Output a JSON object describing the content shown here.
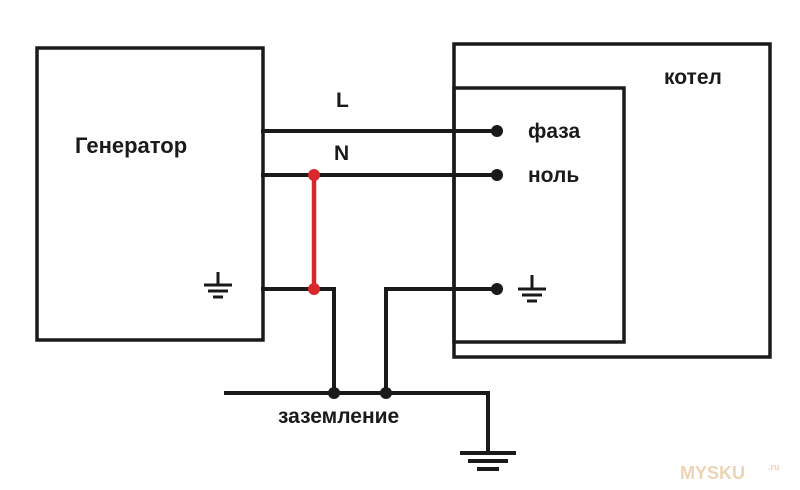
{
  "generator": {
    "title": "Генератор"
  },
  "boiler": {
    "title": "котел"
  },
  "lines": {
    "l_label": "L",
    "n_label": "N"
  },
  "terminals": {
    "phase_label": "фаза",
    "neutral_label": "ноль"
  },
  "ground": {
    "bus_label": "заземление"
  },
  "watermark": {
    "text": "MYSKU",
    "suffix": ".ru"
  },
  "colors": {
    "wire": "#1a1a1a",
    "jumper": "#d8282e",
    "watermark": "#e8c9a0"
  },
  "icons": [
    "ground-icon"
  ]
}
